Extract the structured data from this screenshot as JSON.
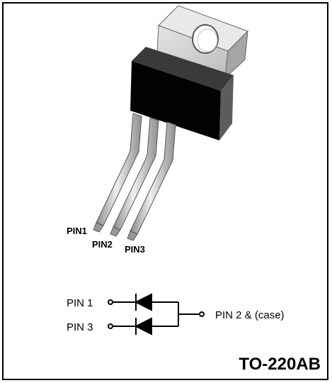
{
  "package": {
    "name": "TO-220AB",
    "pin_labels": [
      "PIN1",
      "PIN2",
      "PIN3"
    ]
  },
  "schematic": {
    "pin1": "PIN 1",
    "pin3": "PIN 3",
    "common": "PIN 2 & (case)"
  },
  "colors": {
    "tab": "#d2d2d2",
    "tab_side": "#9a9a9a",
    "body": "#000000",
    "body_side": "#555555",
    "leads": "#cfcfcf"
  }
}
